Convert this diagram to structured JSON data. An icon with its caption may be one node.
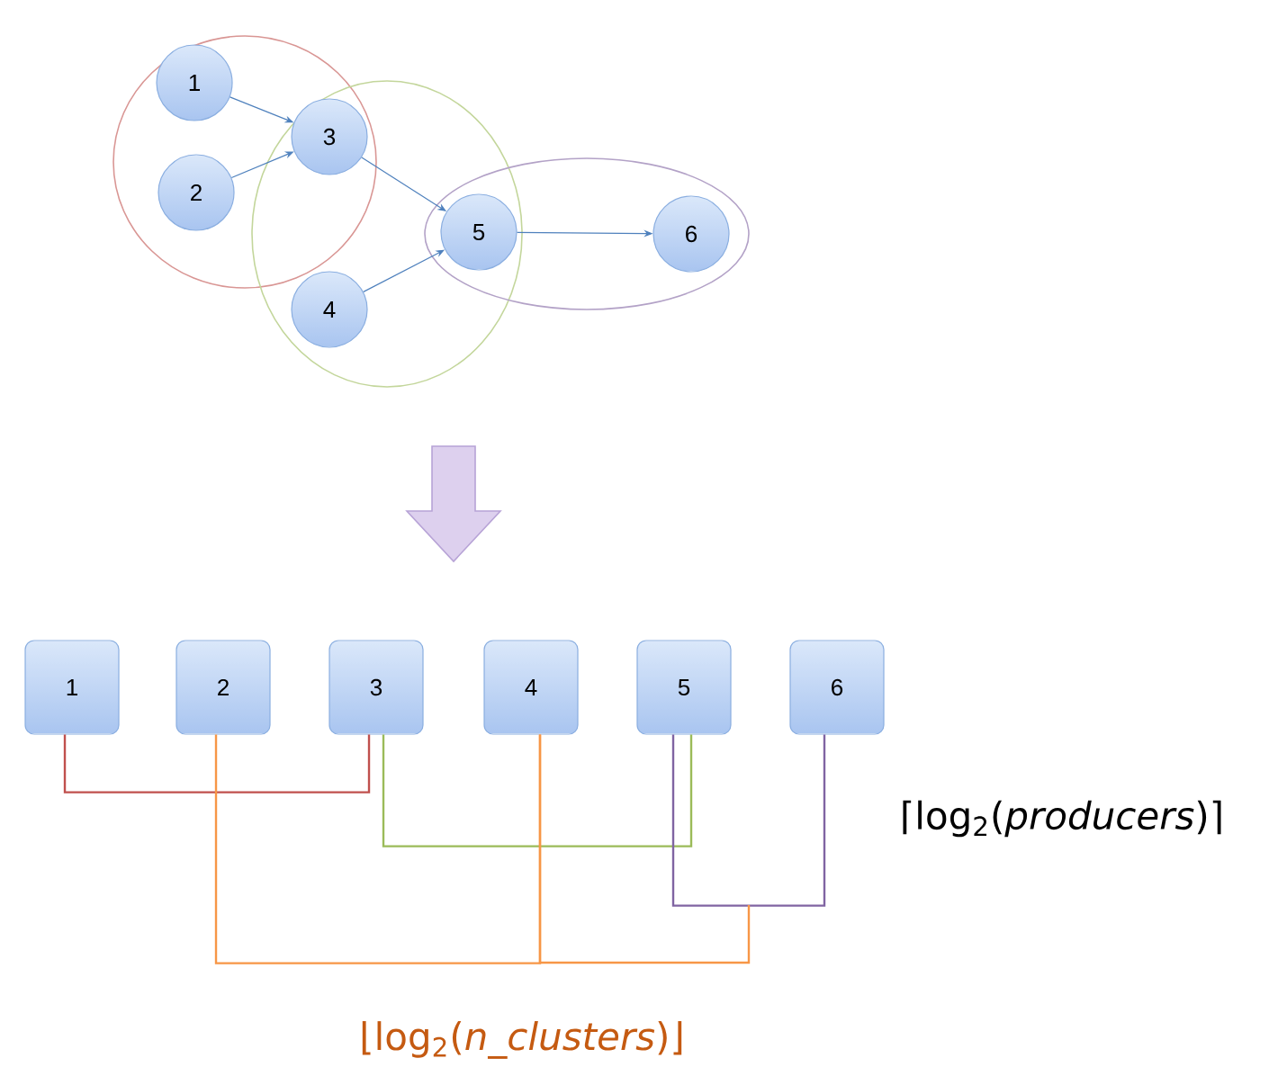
{
  "diagram": {
    "nodes": [
      {
        "text": [],
        "shape": "ellipse"
      },
      {
        "text": [],
        "shape": "ellipse"
      },
      {
        "text": [],
        "shape": "ellipse"
      },
      {
        "text": [
          "1"
        ],
        "in": 0
      },
      {
        "text": [
          "2"
        ],
        "in": 0
      },
      {
        "text": [
          "3"
        ]
      },
      {
        "text": [
          "4"
        ],
        "in": 1
      },
      {
        "text": [
          "5"
        ]
      },
      {
        "text": [
          "6"
        ],
        "in": 2
      },
      {
        "text": [
          "1"
        ]
      },
      {
        "text": [
          "2"
        ]
      },
      {
        "text": [
          "3"
        ]
      },
      {
        "text": [
          "4"
        ]
      },
      {
        "text": [
          "5"
        ]
      },
      {
        "text": [
          "6"
        ]
      }
    ],
    "edges": [
      {
        "from": 3,
        "to": 5,
        "arrow": "to"
      },
      {
        "from": 4,
        "to": 5,
        "arrow": "to"
      },
      {
        "from": 5,
        "to": 7,
        "arrow": "to"
      },
      {
        "from": 6,
        "to": 7,
        "arrow": "to"
      },
      {
        "from": 7,
        "to": 8,
        "arrow": "to"
      },
      {
        "from": 9,
        "to": 11,
        "arrow": "none",
        "color": "#c0504d"
      },
      {
        "from": 11,
        "to": 13,
        "arrow": "none",
        "color": "#9bbb59"
      },
      {
        "from": 13,
        "to": 14,
        "arrow": "none",
        "color": "#8064a2"
      },
      {
        "from": 10,
        "to": 12,
        "arrow": "none",
        "color": "#f79646"
      },
      {
        "from": 12,
        "to": null,
        "arrow": "none",
        "color": "#f79646"
      }
    ],
    "labels": [
      "⌈log$_{2}$(*producers*)⌉",
      "⌊log$_{2}$(*n_clusters*)⌋"
    ]
  }
}
